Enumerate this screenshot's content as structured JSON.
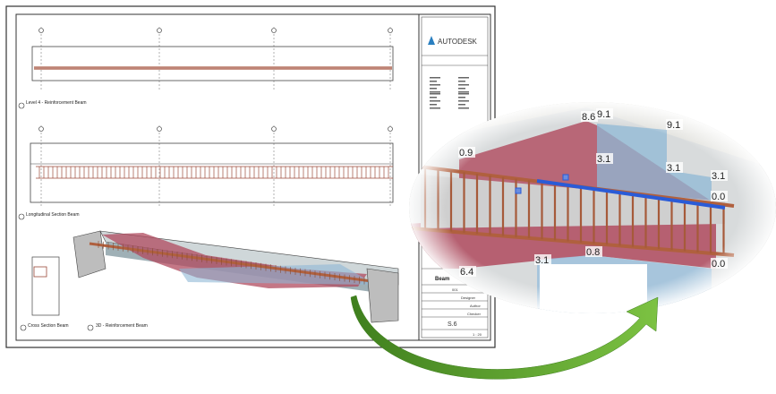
{
  "title_block": {
    "logo_text": "AUTODESK",
    "sheet_name": "Beam",
    "project_number": "001",
    "drawn_by": "Designer",
    "designed_by": "Author",
    "checked_by": "Checker",
    "sheet_number": "S.6",
    "scale": "1 : 20"
  },
  "views": [
    {
      "label": "Level 4 - Reinforcement Beam"
    },
    {
      "label": "Longitudinal Section Beam"
    },
    {
      "label": "Cross Section Beam"
    },
    {
      "label": "3D - Reinforcement Beam"
    }
  ],
  "callout": {
    "diagram_values": [
      "8.6",
      "9.1",
      "9.1",
      "0.9",
      "3.1",
      "3.1",
      "3.1",
      "0.0",
      "0.8",
      "3.1",
      "6.4",
      "0.0"
    ]
  },
  "colors": {
    "moment": "#b04a5e",
    "shear": "#8fb8d6",
    "rebar": "#b0603e",
    "selected_rebar": "#2a5bd7",
    "arrow": "#5aa02c"
  }
}
